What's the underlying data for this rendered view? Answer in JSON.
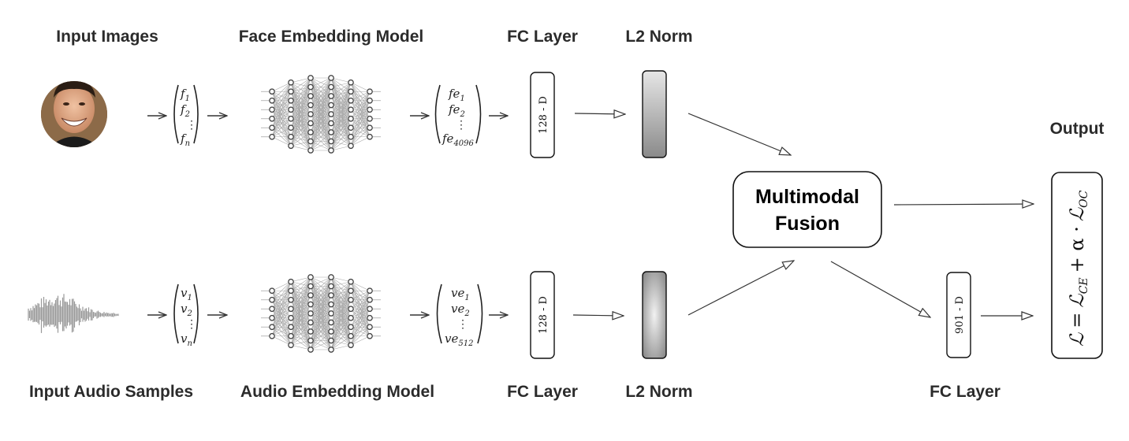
{
  "labels": {
    "input_images": "Input Images",
    "face_model": "Face Embedding Model",
    "fc_layer_top": "FC Layer",
    "l2_norm_top": "L2 Norm",
    "output": "Output",
    "input_audio": "Input Audio Samples",
    "audio_model": "Audio Embedding Model",
    "fc_layer_bottom": "FC Layer",
    "l2_norm_bottom": "L2 Norm",
    "fc_layer_final": "FC Layer"
  },
  "fusion": {
    "line1": "Multimodal",
    "line2": "Fusion"
  },
  "dims": {
    "face_fc": "128 - D",
    "audio_fc": "128 - D",
    "final_fc": "901 - D"
  },
  "vectors": {
    "face_input": {
      "sym": "f",
      "subs": [
        "1",
        "2",
        "n"
      ]
    },
    "face_embed": {
      "sym": "fe",
      "subs": [
        "1",
        "2",
        "4096"
      ]
    },
    "audio_input": {
      "sym": "v",
      "subs": [
        "1",
        "2",
        "n"
      ]
    },
    "audio_embed": {
      "sym": "ve",
      "subs": [
        "1",
        "2",
        "512"
      ]
    }
  },
  "loss": {
    "main": "ℒ",
    "equals": "=",
    "term1": "ℒ",
    "sub1": "CE",
    "plus": "+ α ·",
    "term2": "ℒ",
    "sub2": "OC"
  },
  "colors": {
    "line": "#333333",
    "box_border": "#111111",
    "node": "#444444",
    "edge": "#9a9a9a"
  },
  "icons": {
    "face_photo": "face-photo-icon",
    "audio_waveform": "waveform-icon",
    "neural_net": "neural-network-icon"
  }
}
